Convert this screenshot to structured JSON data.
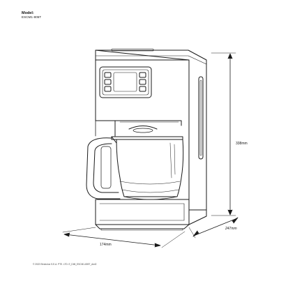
{
  "header": {
    "model_label": "Model:",
    "model_code": "ESCM1-805T"
  },
  "dimensions": {
    "height": "338mm",
    "depth": "247mm",
    "width": "174mm"
  },
  "footer": {
    "copyright": "© 2022 Electrolux S.E.A. PTE. LTD. E_DIM_ESCM1-805T_Aml2"
  },
  "colors": {
    "line": "#1a1a1a",
    "background": "#ffffff"
  }
}
